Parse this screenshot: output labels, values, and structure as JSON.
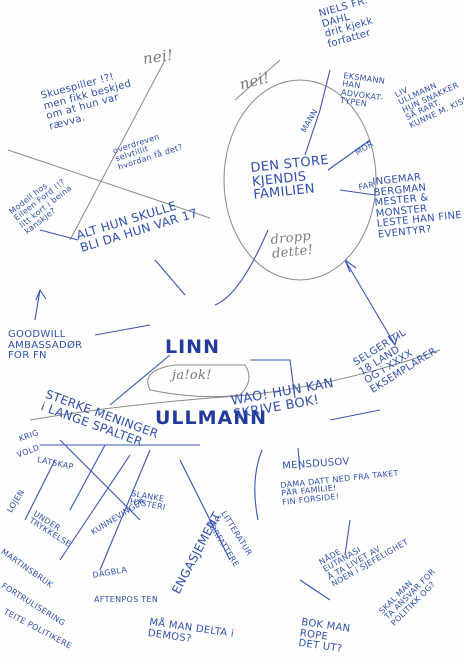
{
  "center": {
    "line1": "LINN",
    "line2": "ULLMANN"
  },
  "pencil": {
    "nei_left": "nei!",
    "nei_right": "nei!",
    "droppdette": "dropp\ndette!",
    "jaok": "ja!ok!"
  },
  "notes": {
    "skuespiller": "Skuespiller !?!\nmen fikk beskjed\nom at hun var\nrævva.",
    "overdreven": "overdreven\nselvtillit\nhvordan få det?",
    "modell": "Modell hos\nEileen Ford !!?\nlitt kort i beina\nkanskje?",
    "alt_hun_skulle": "ALT HUN SKULLE\nBLI DA HUN VAR 17",
    "goodwill": "GOODWILL\nAMBASSADØR\nFOR FN",
    "niels": "NIELS FR.\nDAHL\ndrit kjekk\nforfatter",
    "mann": "MANN",
    "eksmann": "EKSMANN\nHAN\nADVOKAT-\nTYPEN",
    "den_store": "DEN STORE\nKJENDIS\nFAMILIEN",
    "mor": "MOR",
    "liv": "LIV\nULLMANN\nHUN SNAKKER\nSÅ RART.\nKUNNE M. KISS!!",
    "far": "FAR",
    "ingemar": "INGEMAR\nBERGMAN\nMESTER &\nMONSTER\nLESTE HAN FINE\nEVENTYR?",
    "selger": "SELGER TIL\n18 LAND\nOG i XXXX\nEKSEMPLARER",
    "sterke": "STERKE MENINGER\ni LANGE SPALTER",
    "wao": "WAO! HUN KAN\nSKRIVE BOK!",
    "mensdusov": "MENSDUSOV",
    "dama": "DAMA DATT NED FRA TAKET\nPÅR FAMILIE!\nFIN FORSIDE!",
    "krig": "KRIG",
    "vold": "VOLD",
    "latskap": "LATSKAP",
    "slanke": "SLANKE\nHYSTERI",
    "kunnevinger": "KUNNEVINGER",
    "litteratur": "LITTERATUR\n&\nFORFATTERE",
    "engasjement": "ENGASJEMENT",
    "lojen": "LOJEN",
    "under": "UNDER\nTRYKKELSE",
    "martinsbruk": "MARTINSBRUK",
    "fortrulisering": "FORTRULISERING",
    "teite": "TEITE POLITIKERE",
    "dagbla": "DAGBLA",
    "aftenposten": "AFTENPOS TEN",
    "maman": "MÅ MAN DELTA i\nDEMOS?",
    "nade": "NÅDE\nEUTANASI\nÅ TA LIVET AV\nNOEN i SJEFELIGHET",
    "bok_man": "BOK MAN\nROPE\nDET UT?",
    "skal_man": "SKAL MAN\nTA ANSVAR FOR\nPOLITIKK OG?"
  }
}
